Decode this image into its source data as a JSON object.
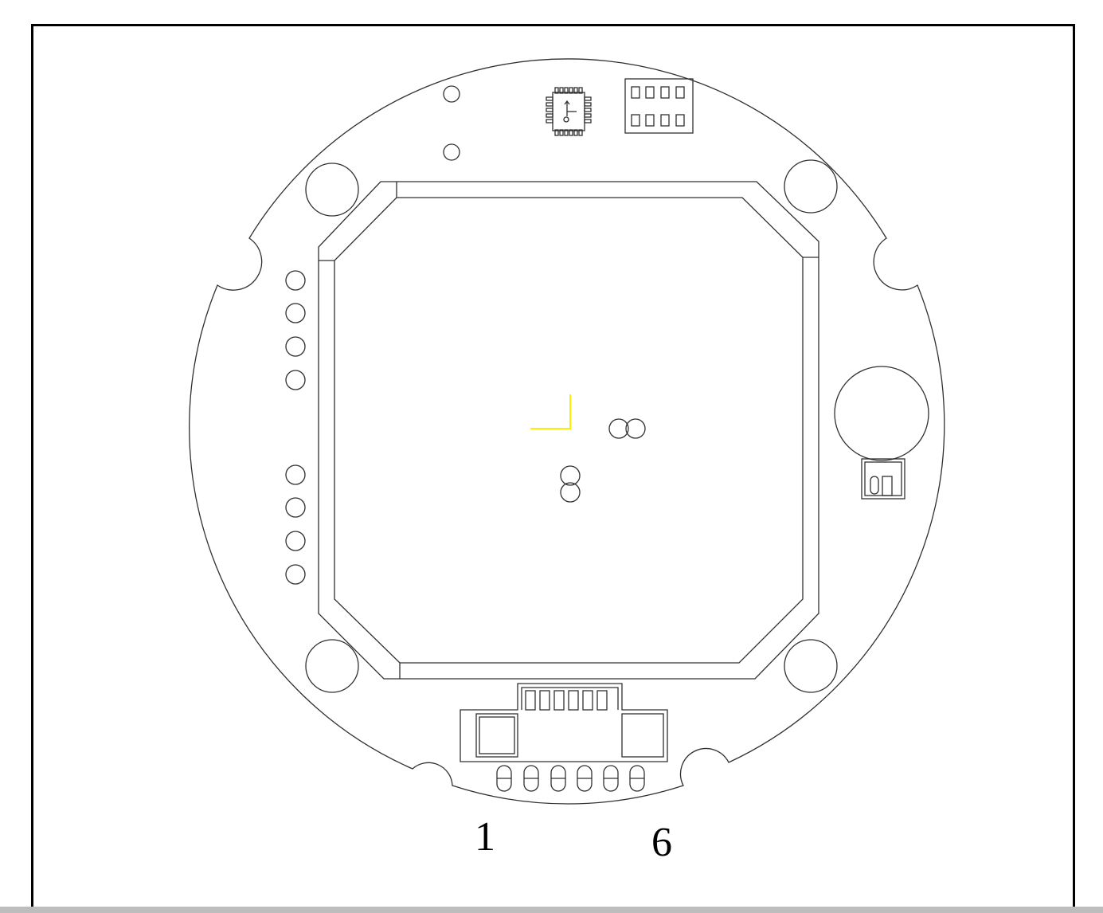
{
  "figure": {
    "pin_labels": {
      "first": "1",
      "last": "6"
    },
    "colors": {
      "background": "#ffffff",
      "frame": "#000000",
      "outline": "#303030",
      "origin_marker": "#ffee00",
      "bottom_strip": "#bdbdbd"
    },
    "components": {
      "mounting_holes": 4,
      "left_upper_pads": 4,
      "left_lower_pads": 4,
      "bottom_connector_pins": 6,
      "bottom_oval_pads": 6,
      "top_right_header_pads": 8
    }
  }
}
